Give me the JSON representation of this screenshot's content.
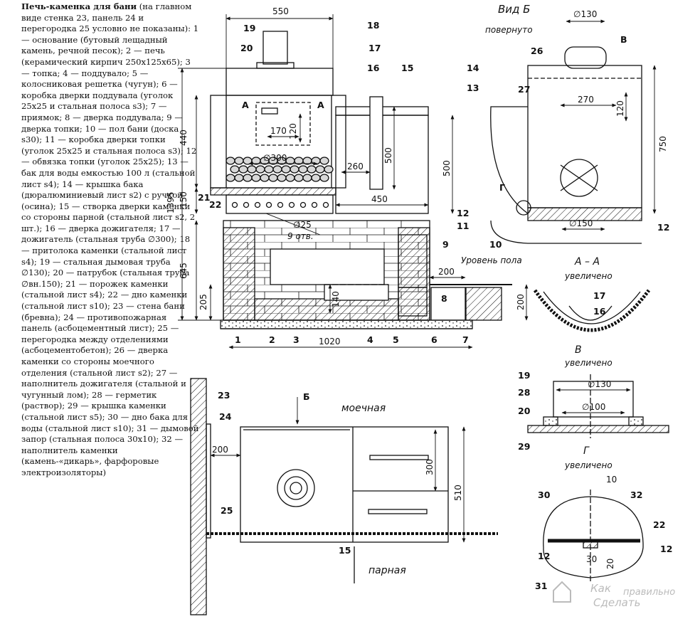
{
  "legend": {
    "title": "Печь-каменка для бани",
    "title_note": "(на главном виде стенка 23, панель 24 и перегородка 25 условно не показаны):",
    "body": "1 — основание (бутовый лещадный камень, речной песок); 2 — печь (керамический кирпич 250х125х65); 3 — топка; 4 — поддувало; 5 — колосниковая решетка (чугун); 6 — коробка дверки поддувала (уголок 25х25 и стальная полоса s3); 7 — приямок; 8 — дверка поддувала; 9 — дверка топки; 10 — пол бани (доска s30); 11 — коробка дверки топки (уголок 25х25 и стальная полоса s3); 12 — обвязка топки (уголок 25х25); 13 — бак для воды емкостью 100 л (стальной лист s4); 14 — крышка бака (дюралюминиевый лист s2) с ручкой (осина); 15 — створка дверки каменки со стороны парной (стальной лист s2, 2 шт.); 16 — дверка дожигателя; 17 — дожигатель (стальная труба ∅300); 18 — притолока каменки (стальной лист s4); 19 — стальная дымовая труба ∅130); 20 — патрубок (стальная труба ∅вн.150); 21 — порожек каменки (стальной лист s4); 22 — дно каменки (стальной лист s10); 23 — стена бани (бревна); 24 — противопожарная панель (асбоцементный лист); 25 — перегородка между отделениями (асбоцементобетон); 26 — дверка каменки со стороны моечного отделения (стальной лист s2); 27 — наполнитель дожигателя (стальной и чугунный лом); 28 — герметик (раствор); 29 — крышка каменки (стальной лист s5); 30 — дно бака для воды (стальной лист s10); 31 — дымовой запор (стальная полоса 30х10); 32 — наполнитель каменки (камень-«дикарь», фарфоровые электроизоляторы)"
  },
  "main_view": {
    "dims": {
      "d550": "550",
      "d440": "440",
      "d150": "150",
      "d1395": "1395",
      "d645": "645",
      "d205": "205",
      "d170": "170",
      "d120": "120",
      "d300": "∅300",
      "d500a": "500",
      "d500b": "500",
      "d260": "260",
      "d450": "450",
      "d25": "∅25",
      "holes": "9 отв.",
      "d200a": "200",
      "d140": "140",
      "d200b": "200",
      "d1020": "1020"
    },
    "section_mark": "А",
    "floor_level": "Уровень пола",
    "callouts": [
      "1",
      "2",
      "3",
      "4",
      "5",
      "6",
      "7",
      "8",
      "9",
      "10",
      "11",
      "12",
      "13",
      "14",
      "15",
      "16",
      "17",
      "18",
      "19",
      "20",
      "21",
      "22"
    ]
  },
  "view_b": {
    "title": "Вид Б",
    "subtitle": "повернуто",
    "d130": "∅130",
    "d270": "270",
    "d120": "120",
    "d750": "750",
    "d150": "∅150",
    "mark_v": "В",
    "mark_g": "Г",
    "callouts": [
      "26",
      "27",
      "12"
    ]
  },
  "section_aa": {
    "title": "А – А",
    "subtitle": "увеличено",
    "callouts": [
      "17",
      "16"
    ]
  },
  "detail_v": {
    "title": "В",
    "subtitle": "увеличено",
    "d130": "∅130",
    "d100": "∅100",
    "callouts": [
      "19",
      "28",
      "20",
      "29"
    ]
  },
  "detail_g": {
    "title": "Г",
    "subtitle": "увеличено",
    "d10": "10",
    "d30": "30",
    "d20": "20",
    "callouts": [
      "30",
      "32",
      "22",
      "12",
      "12",
      "31"
    ]
  },
  "plan": {
    "room_top": "моечная",
    "room_bottom": "парная",
    "d200": "200",
    "d300": "300",
    "d510": "510",
    "arrow_b": "Б",
    "callouts": [
      "23",
      "24",
      "25",
      "15"
    ]
  },
  "watermark": {
    "line1": "Как",
    "line2": "правильно",
    "line3": "Сделать"
  },
  "colors": {
    "ink": "#111111",
    "stone_fill": "#d8d8d8",
    "watermark": "#bbbbbb"
  }
}
